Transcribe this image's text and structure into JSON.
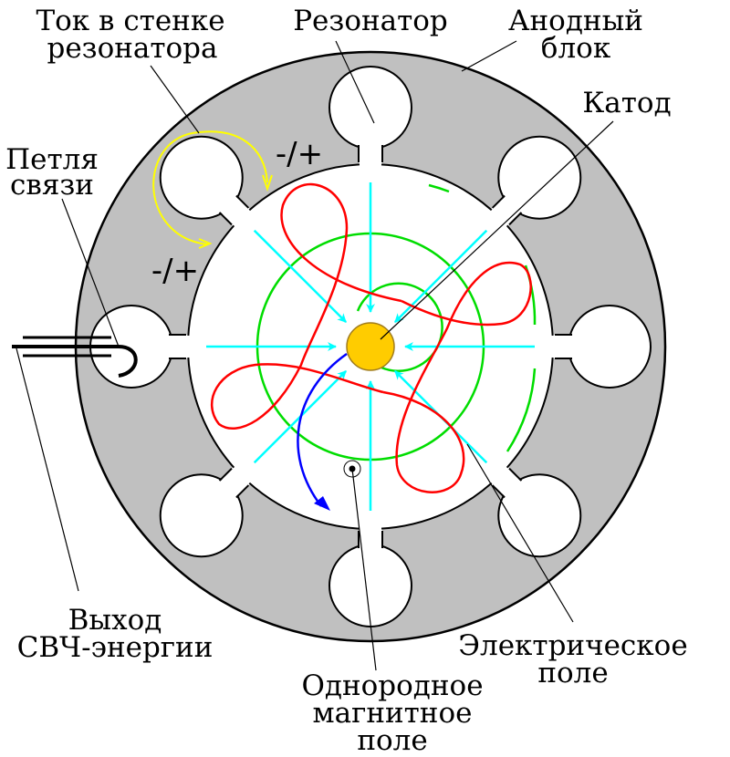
{
  "diagram": {
    "title": "Магнетрон",
    "labels": {
      "resonator_wall_current": [
        "Ток в стенке",
        "резонатора"
      ],
      "resonator": [
        "Резонатор"
      ],
      "anode_block": [
        "Анодный",
        "блок"
      ],
      "cathode": [
        "Катод"
      ],
      "coupling_loop": [
        "Петля",
        "связи"
      ],
      "microwave_output": [
        "Выход",
        "СВЧ-энергии"
      ],
      "uniform_magnetic_field": [
        "Однородное",
        "магнитное",
        "поле"
      ],
      "electric_field": [
        "Электрическое",
        "поле"
      ]
    },
    "polarity_marks": [
      "-/+",
      "-/+"
    ],
    "resonator_count": 8,
    "colors": {
      "anode_block": "#c0c0c0",
      "outline": "#000000",
      "cathode": "#ffcc00",
      "cathode_outline": "#a07c1e",
      "electron_path": "#ff0000",
      "electric_field": "#00ffff",
      "equipotential": "#00dd00",
      "current_arrow": "#ffff00",
      "electron_drift": "#0000ff"
    }
  }
}
